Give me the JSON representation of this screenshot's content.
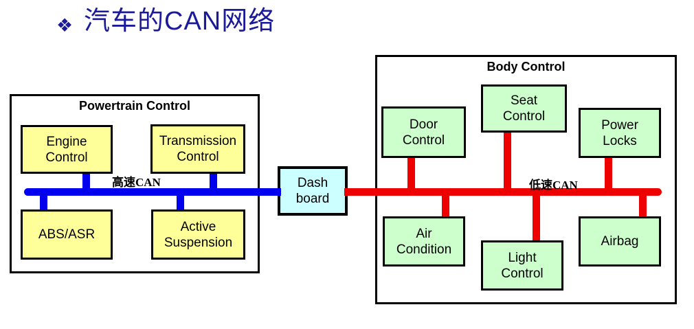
{
  "slide": {
    "title_bullet": "❖",
    "title": "汽车的CAN网络"
  },
  "colors": {
    "title-navy": "#1A1A9A",
    "node-yellow": "#FFFF99",
    "node-green": "#CCFFCC",
    "node-cyan": "#CCFFFF",
    "bus-blue": "#0000EE",
    "bus-red": "#EE0000"
  },
  "powertrain": {
    "title": "Powertrain Control",
    "bus_label": "高速CAN",
    "nodes": {
      "engine": "Engine\nControl",
      "transmission": "Transmission\nControl",
      "abs": "ABS/ASR",
      "suspension": "Active\nSuspension"
    }
  },
  "gateway": {
    "label": "Dash\nboard"
  },
  "body_control": {
    "title": "Body Control",
    "bus_label": "低速CAN",
    "nodes": {
      "door": "Door\nControl",
      "seat": "Seat\nControl",
      "power_locks": "Power\nLocks",
      "air": "Air\nCondition",
      "light": "Light\nControl",
      "airbag": "Airbag"
    }
  }
}
